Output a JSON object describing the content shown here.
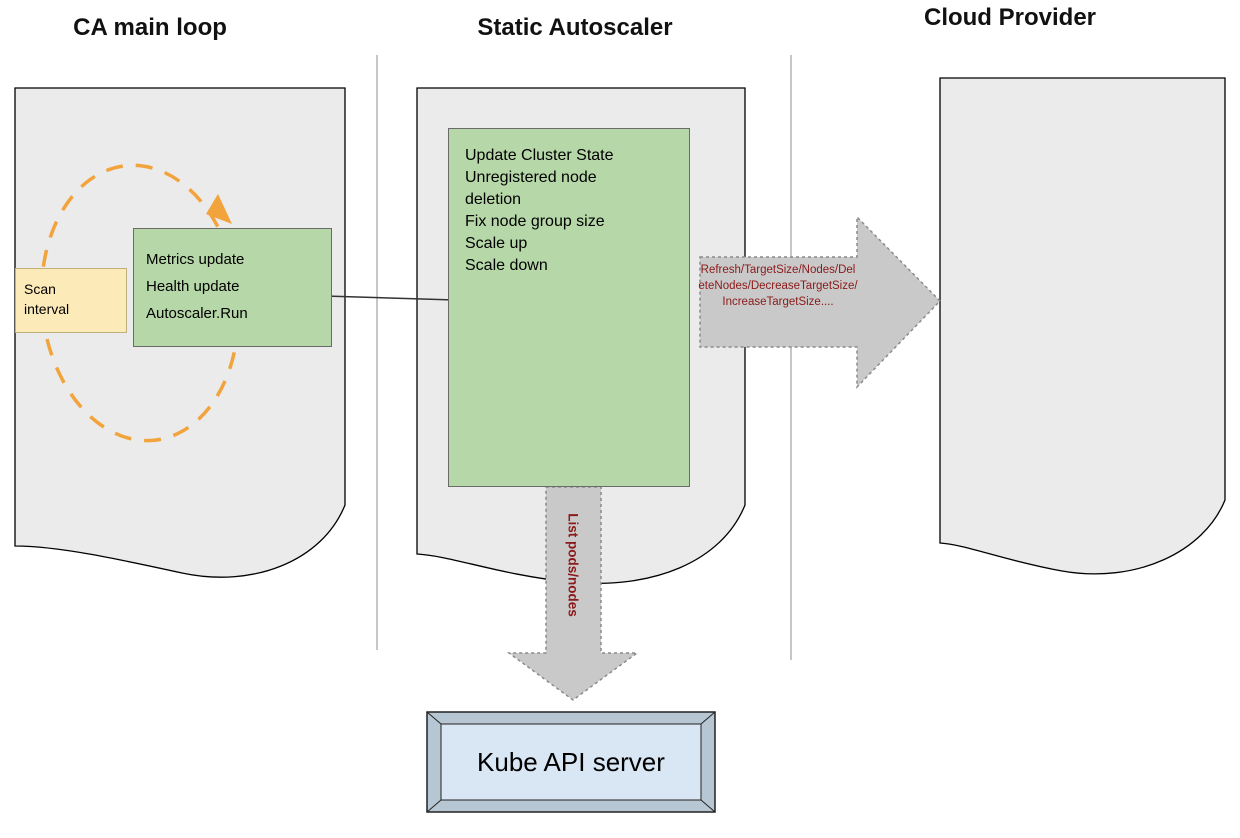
{
  "headings": {
    "ca_main_loop": "CA main loop",
    "static_autoscaler": "Static Autoscaler",
    "cloud_provider": "Cloud Provider"
  },
  "ca_loop": {
    "scan_interval_label": "Scan interval",
    "run_box_lines": [
      "Metrics update",
      "Health update",
      "Autoscaler.Run"
    ]
  },
  "autoscaler": {
    "steps": [
      "Update Cluster State",
      "Unregistered node deletion",
      "Fix node group size",
      "Scale up",
      "Scale down"
    ]
  },
  "arrows": {
    "to_cloud_provider_label": "Refresh/TargetSize/Nodes/DeleteNodes/DecreaseTargetSize/IncreaseTargetSize....",
    "to_kube_api_label": "List pods/nodes"
  },
  "kube_api_server": {
    "label": "Kube API server"
  },
  "colors": {
    "box_green": "#b6d7a8",
    "box_yellow": "#fdeab9",
    "document_gray": "#ebebeb",
    "arrow_gray": "#c9c9c9",
    "loop_orange": "#f2a33c",
    "label_dark_red": "#8b1a1a",
    "kube_inner_blue": "#d9e6f3",
    "kube_bevel_blue": "#b6c6d2"
  }
}
